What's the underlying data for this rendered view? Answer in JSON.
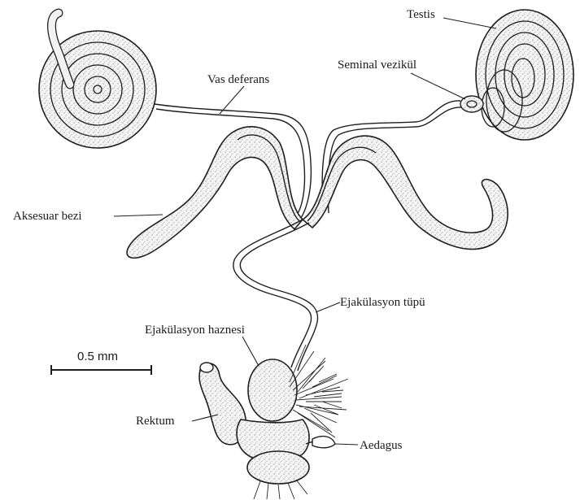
{
  "labels": {
    "testis": "Testis",
    "seminal_vesicle": "Seminal vezikül",
    "vas_deferens": "Vas deferans",
    "accessory_gland": "Aksesuar bezi",
    "ejaculatory_duct": "Ejakülasyon tüpü",
    "ejaculatory_reservoir": "Ejakülasyon haznesi",
    "rectum": "Rektum",
    "aedeagus": "Aedagus"
  },
  "scale_bar": {
    "text": "0.5 mm"
  },
  "colors": {
    "ink": "#1e1e1e",
    "organ_fill": "#efefef",
    "stipple": "#7a7a7a",
    "background": "#ffffff"
  }
}
